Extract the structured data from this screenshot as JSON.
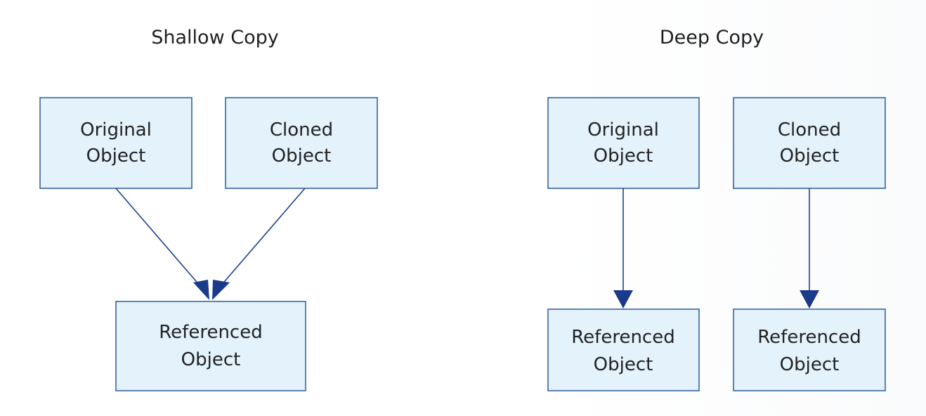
{
  "shallow": {
    "title": "Shallow Copy",
    "original": {
      "line1": "Original",
      "line2": "Object"
    },
    "cloned": {
      "line1": "Cloned",
      "line2": "Object"
    },
    "referenced": {
      "line1": "Referenced",
      "line2": "Object"
    }
  },
  "deep": {
    "title": "Deep Copy",
    "original": {
      "line1": "Original",
      "line2": "Object"
    },
    "cloned": {
      "line1": "Cloned",
      "line2": "Object"
    },
    "referenced_left": {
      "line1": "Referenced",
      "line2": "Object"
    },
    "referenced_right": {
      "line1": "Referenced",
      "line2": "Object"
    }
  },
  "colors": {
    "box_fill": "#e3f2fb",
    "box_stroke": "#2c5b94",
    "arrow": "#1a3a8c"
  }
}
